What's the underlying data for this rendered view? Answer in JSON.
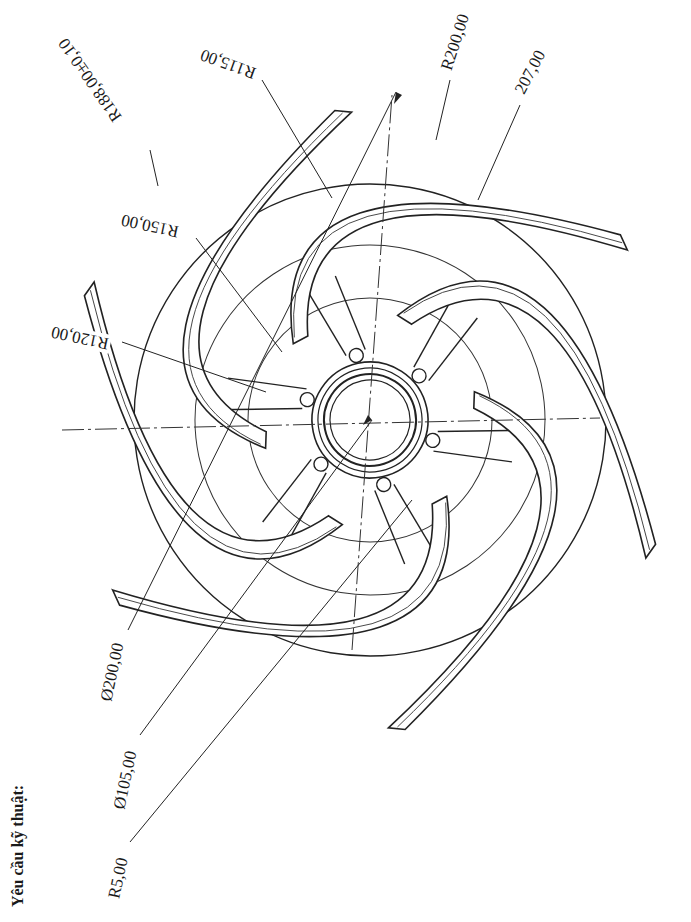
{
  "diagram": {
    "labels": [
      "R188,00±0,10",
      "R150,00",
      "R120,00",
      "R115,00",
      "R200,00",
      "207,00",
      "Ø200,00",
      "Ø105,00",
      "R5,00",
      "Yêu cầu kỹ thuật:"
    ]
  }
}
